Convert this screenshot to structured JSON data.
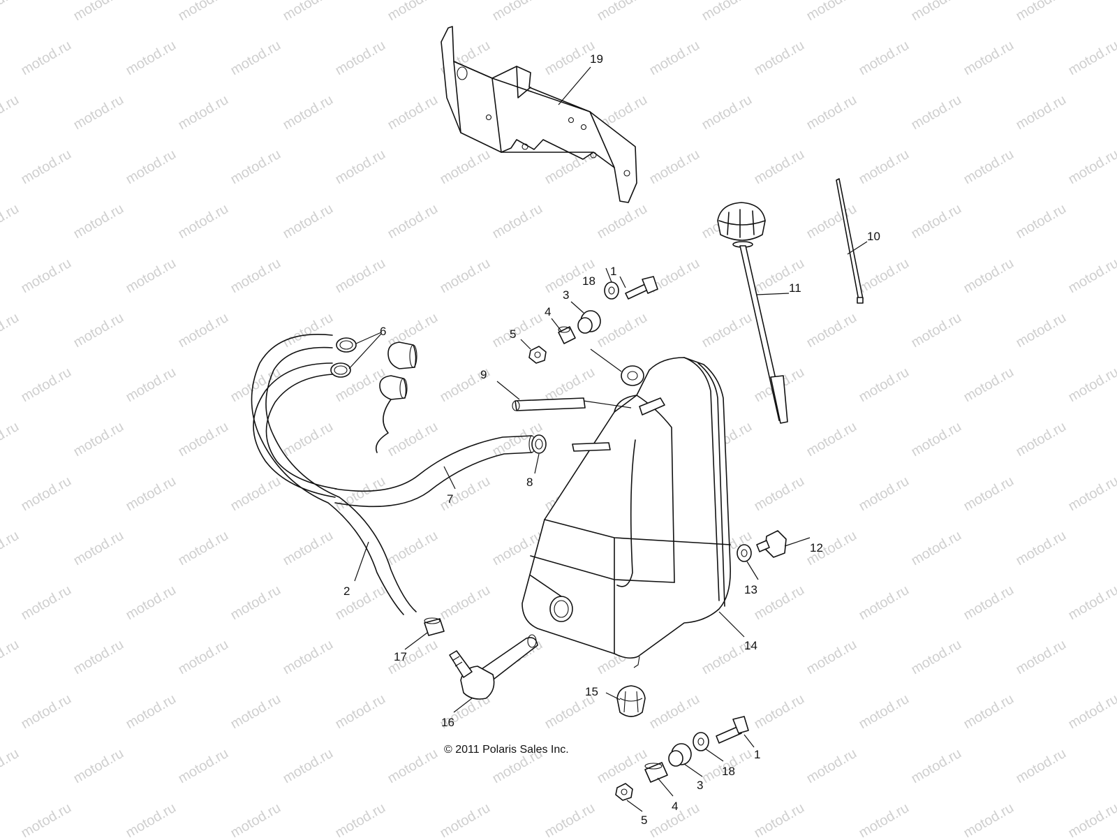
{
  "watermark": "motod.ru",
  "copyright": "© 2011 Polaris Sales Inc.",
  "colors": {
    "ink": "#111111",
    "watermark": "#cfcfcf",
    "background": "#ffffff"
  },
  "callouts": [
    {
      "id": "c19",
      "label": "19"
    },
    {
      "id": "c10",
      "label": "10"
    },
    {
      "id": "c11",
      "label": "11"
    },
    {
      "id": "c1a",
      "label": "1"
    },
    {
      "id": "c18a",
      "label": "18"
    },
    {
      "id": "c3a",
      "label": "3"
    },
    {
      "id": "c4a",
      "label": "4"
    },
    {
      "id": "c5a",
      "label": "5"
    },
    {
      "id": "c6",
      "label": "6"
    },
    {
      "id": "c9",
      "label": "9"
    },
    {
      "id": "c8",
      "label": "8"
    },
    {
      "id": "c7",
      "label": "7"
    },
    {
      "id": "c2",
      "label": "2"
    },
    {
      "id": "c12",
      "label": "12"
    },
    {
      "id": "c13",
      "label": "13"
    },
    {
      "id": "c14",
      "label": "14"
    },
    {
      "id": "c17",
      "label": "17"
    },
    {
      "id": "c16",
      "label": "16"
    },
    {
      "id": "c15",
      "label": "15"
    },
    {
      "id": "c1b",
      "label": "1"
    },
    {
      "id": "c18b",
      "label": "18"
    },
    {
      "id": "c3b",
      "label": "3"
    },
    {
      "id": "c4b",
      "label": "4"
    },
    {
      "id": "c5b",
      "label": "5"
    }
  ]
}
